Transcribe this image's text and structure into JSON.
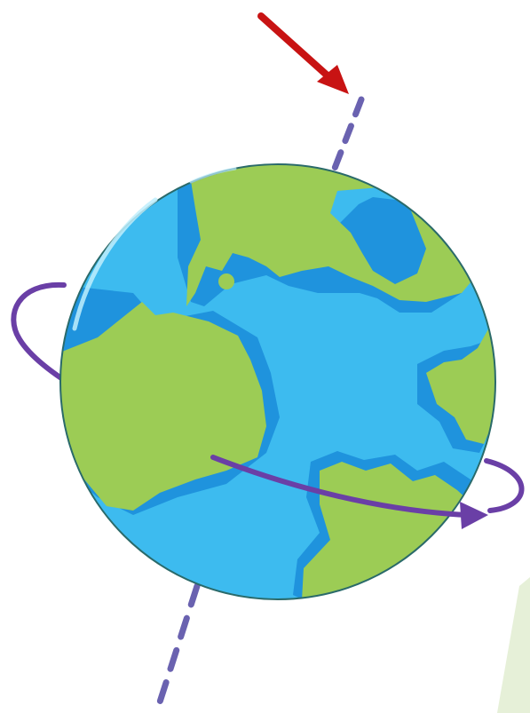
{
  "diagram": {
    "subject": "earth-rotation-on-tilted-axis",
    "elements": {
      "axis": {
        "style": "dashed"
      },
      "pointer": {
        "direction": "down-right"
      },
      "rotation": {
        "direction": "counter-clockwise-when-viewed-from-above"
      }
    }
  },
  "colors": {
    "ocean": "#3dbbef",
    "ocean_shallow": "#1f93dd",
    "land": "#9ccc55",
    "outline": "#2a6a6a",
    "axis": "#6a62b0",
    "orbit": "#6a3fa6",
    "pointer": "#c81313",
    "highlight": "#bfeefd"
  }
}
